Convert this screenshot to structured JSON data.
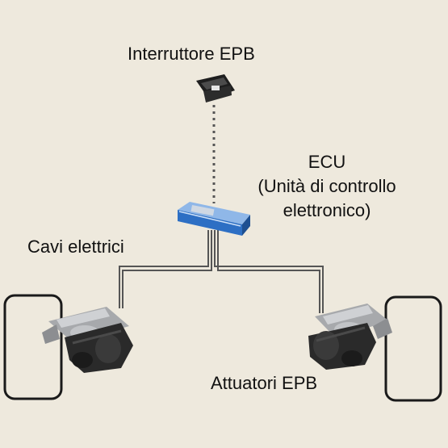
{
  "labels": {
    "switch": "Interruttore EPB",
    "ecu": "ECU",
    "ecu_full_1": "(Unità di controllo",
    "ecu_full_2": "elettronico)",
    "cables": "Cavi elettrici",
    "actuators": "Attuatori EPB"
  },
  "colors": {
    "background": "#eee9dd",
    "ecu_blue": "#2d6fc4",
    "caliper_dark": "#2a2a2a",
    "caliper_metal": "#a7a9ac",
    "wire": "#555555"
  },
  "icons": {
    "switch": "epb-switch-icon",
    "ecu": "ecu-module-icon",
    "left_actuator": "brake-caliper-icon",
    "right_actuator": "brake-caliper-icon"
  }
}
